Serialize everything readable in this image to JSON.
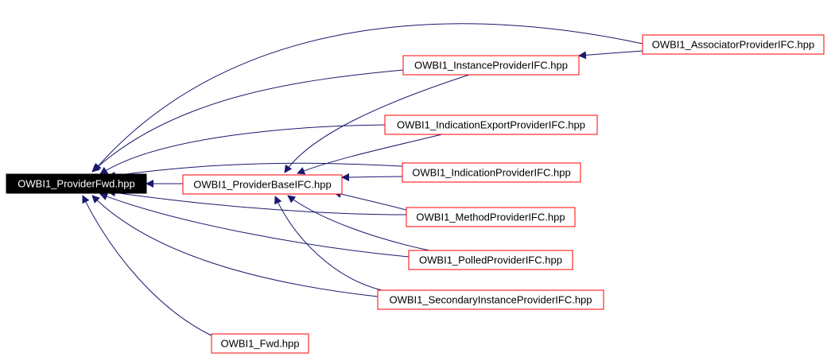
{
  "graph": {
    "colors": {
      "edge": "#191970",
      "node_border": "#ff0000",
      "root_fill": "#000000",
      "root_text": "#ffffff",
      "node_text": "#000000",
      "node_fill": "#ffffff"
    },
    "root": {
      "id": "fwd_root",
      "label": "OWBI1_ProviderFwd.hpp"
    },
    "nodes": [
      {
        "id": "assoc",
        "label": "OWBI1_AssociatorProviderIFC.hpp"
      },
      {
        "id": "inst",
        "label": "OWBI1_InstanceProviderIFC.hpp"
      },
      {
        "id": "indexp",
        "label": "OWBI1_IndicationExportProviderIFC.hpp"
      },
      {
        "id": "base",
        "label": "OWBI1_ProviderBaseIFC.hpp"
      },
      {
        "id": "ind",
        "label": "OWBI1_IndicationProviderIFC.hpp"
      },
      {
        "id": "meth",
        "label": "OWBI1_MethodProviderIFC.hpp"
      },
      {
        "id": "poll",
        "label": "OWBI1_PolledProviderIFC.hpp"
      },
      {
        "id": "sec",
        "label": "OWBI1_SecondaryInstanceProviderIFC.hpp"
      },
      {
        "id": "fwd",
        "label": "OWBI1_Fwd.hpp"
      }
    ],
    "edges": [
      {
        "from": "assoc",
        "to": "fwd_root"
      },
      {
        "from": "inst",
        "to": "fwd_root"
      },
      {
        "from": "indexp",
        "to": "fwd_root"
      },
      {
        "from": "ind",
        "to": "fwd_root"
      },
      {
        "from": "base",
        "to": "fwd_root"
      },
      {
        "from": "meth",
        "to": "fwd_root"
      },
      {
        "from": "poll",
        "to": "fwd_root"
      },
      {
        "from": "sec",
        "to": "fwd_root"
      },
      {
        "from": "fwd",
        "to": "fwd_root"
      },
      {
        "from": "assoc",
        "to": "inst"
      },
      {
        "from": "inst",
        "to": "base"
      },
      {
        "from": "indexp",
        "to": "base"
      },
      {
        "from": "ind",
        "to": "base"
      },
      {
        "from": "meth",
        "to": "base"
      },
      {
        "from": "poll",
        "to": "base"
      },
      {
        "from": "sec",
        "to": "base"
      }
    ]
  }
}
